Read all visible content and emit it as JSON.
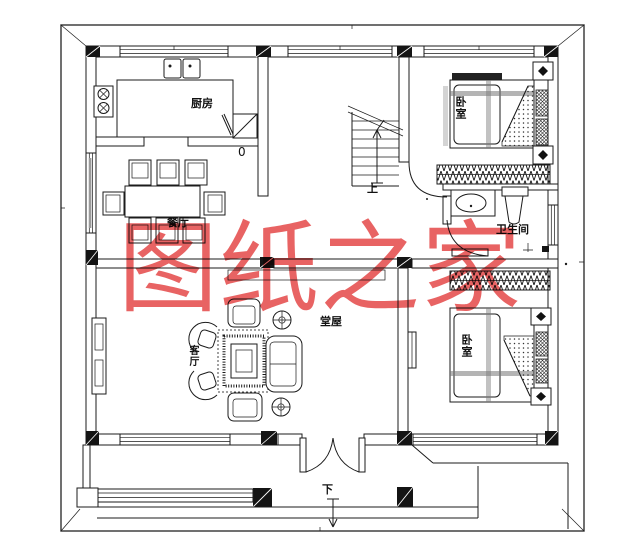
{
  "plan": {
    "watermark": "图纸之家",
    "rooms": {
      "kitchen": "厨房",
      "dining": "餐厅",
      "bedroom_top": "卧室",
      "bathroom": "卫生间",
      "hall": "堂屋",
      "living": "客厅",
      "bedroom_bottom": "卧室"
    },
    "annotations": {
      "stairs_up": "上",
      "entrance_down": "下",
      "kitchen_mark": "0"
    },
    "colors": {
      "watermark_red": "#e23b3b",
      "line": "#1b1b1b"
    }
  }
}
